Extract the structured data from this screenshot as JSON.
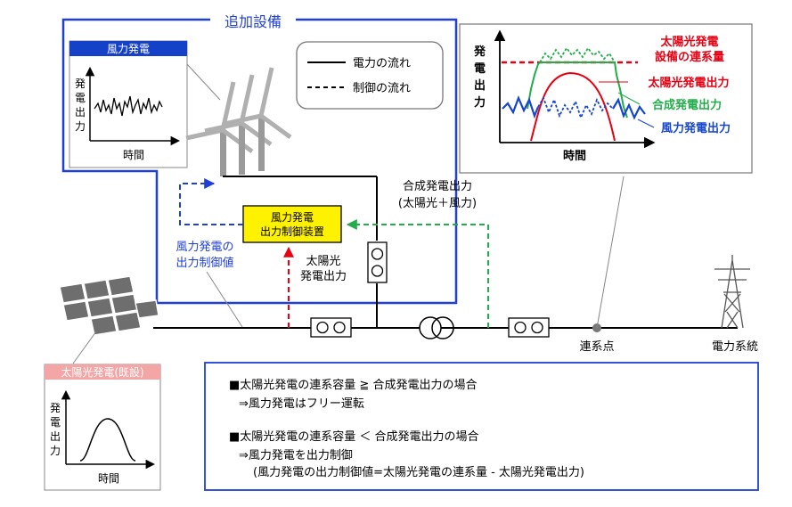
{
  "added_equipment": {
    "title": "追加設備"
  },
  "legend": {
    "power_flow": "電力の流れ",
    "control_flow": "制御の流れ"
  },
  "wind_panel": {
    "title": "風力発電",
    "ylabel": "発電出力",
    "xlabel": "時間"
  },
  "solar_panel": {
    "title": "太陽光発電(既設)",
    "ylabel": "発電出力",
    "xlabel": "時間"
  },
  "controller": {
    "line1": "風力発電",
    "line2": "出力制御装置"
  },
  "labels": {
    "combined_output_1": "合成発電出力",
    "combined_output_2": "(太陽光＋風力)",
    "wind_control_1": "風力発電の",
    "wind_control_2": "出力制御値",
    "solar_output_1": "太陽光",
    "solar_output_2": "発電出力",
    "connection_point": "連系点",
    "power_grid": "電力系統"
  },
  "output_chart": {
    "ylabel": "発電出力",
    "xlabel": "時間",
    "legend_capacity_1": "太陽光発電",
    "legend_capacity_2": "設備の連系量",
    "legend_solar": "太陽光発電出力",
    "legend_combined": "合成発電出力",
    "legend_wind": "風力発電出力",
    "colors": {
      "capacity": "#e60012",
      "solar": "#e60012",
      "combined": "#22ad4a",
      "wind": "#1646d0"
    }
  },
  "notes": {
    "line1": "■太陽光発電の連系容量 ≧ 合成発電出力の場合",
    "line2": "⇒風力発電はフリー運転",
    "line3": "■太陽光発電の連系容量 ＜ 合成発電出力の場合",
    "line4": "⇒風力発電を出力制御",
    "line5": "(風力発電の出力制御値=太陽光発電の連系量 - 太陽光発電出力)"
  },
  "colors": {
    "blue": "#1f3fd6",
    "red_dash": "#e60012",
    "green_dash": "#22ad4a",
    "yellow_box": "#fff200",
    "panel_header": "#1540c8",
    "solar_header": "#f4a6a6"
  }
}
